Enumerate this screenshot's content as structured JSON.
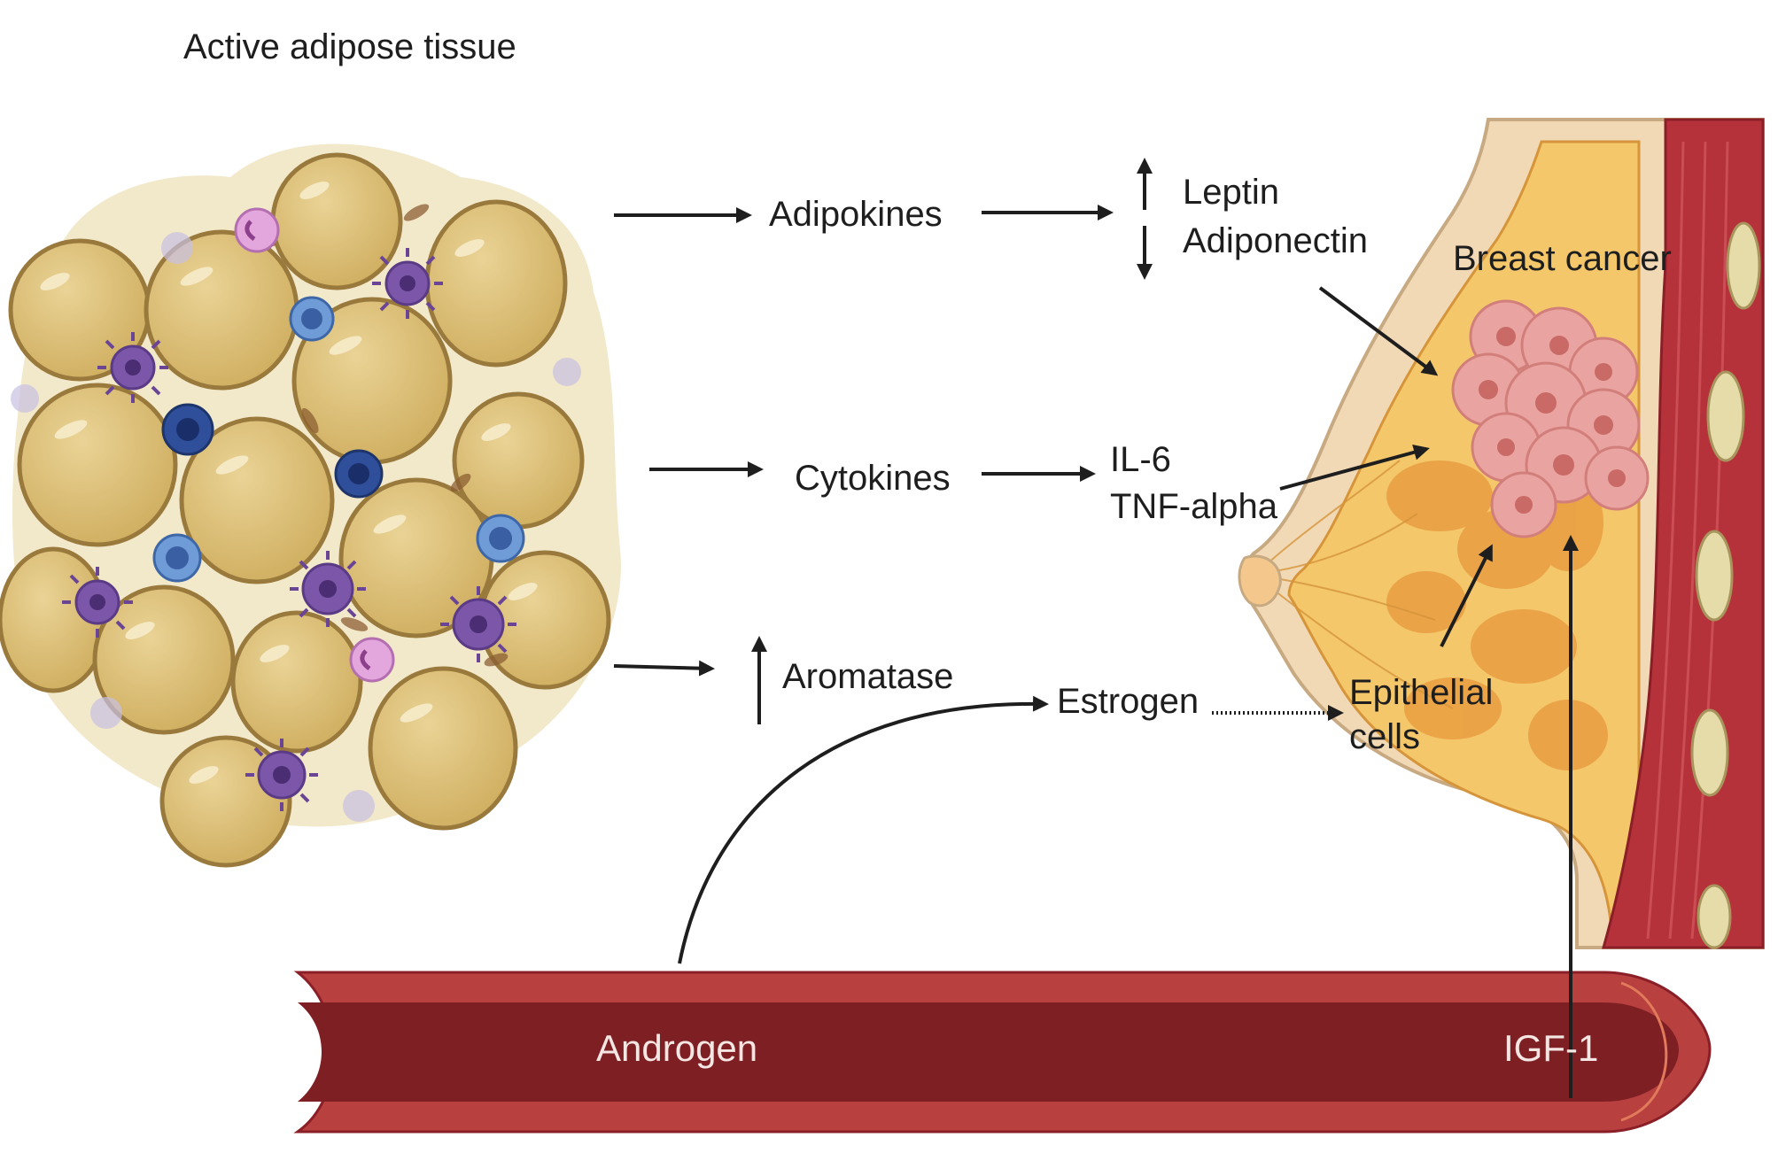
{
  "title": "Active adipose tissue",
  "labels": {
    "adipokines": "Adipokines",
    "leptin": "Leptin",
    "adiponectin": "Adiponectin",
    "breast_cancer": "Breast cancer",
    "cytokines": "Cytokines",
    "il6": "IL-6",
    "tnf_alpha": "TNF-alpha",
    "aromatase": "Aromatase",
    "estrogen": "Estrogen",
    "epithelial_line1": "Epithelial",
    "epithelial_line2": "cells",
    "androgen": "Androgen",
    "igf1": "IGF-1"
  },
  "colors": {
    "adipocyte": "#dcc07a",
    "adipocyte_outline": "#9a7a3c",
    "vessel": "#7e1f24",
    "vessel_light": "#b8403f",
    "breast_tissue": "#f3c76a",
    "gland": "#eaa043",
    "tumor": "#e9a3a0",
    "muscle": "#b5323a",
    "skin": "#f1d9b6"
  }
}
